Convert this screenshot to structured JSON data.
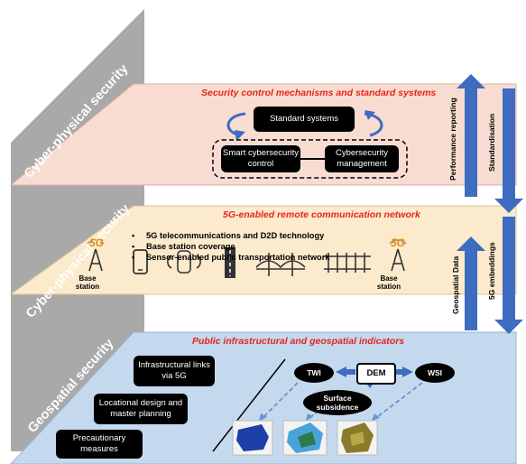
{
  "side_labels": [
    "Cyber-physical security",
    "Cyber-physical security",
    "Geospatial security"
  ],
  "planes": {
    "top": {
      "title": "Security control mechanisms and standard systems",
      "standard_box": "Standard systems",
      "left_box": "Smart cybersecurity control",
      "right_box": "Cybersecurity management"
    },
    "middle": {
      "title": "5G-enabled remote communication network",
      "bullets": [
        "5G telecommunications and D2D technology",
        "Base station coverage",
        "Sensor-enabled public transportation network"
      ],
      "tower_tag": "5G",
      "base_station_label": "Base station"
    },
    "bottom": {
      "title": "Public infrastructural and geospatial indicators",
      "boxes": [
        "Infrastructural links via 5G",
        "Locational design and master planning",
        "Precautionary measures"
      ],
      "dem": "DEM",
      "twi": "TWI",
      "wsi": "WSI",
      "surface": "Surface subsidence"
    }
  },
  "arrows": {
    "performance": "Performance reporting",
    "standardisation": "Standardisation",
    "geospatial": "Geospatial Data",
    "embeddings": "5G embeddings"
  },
  "colors": {
    "top_plane": "#f8dcd1",
    "middle_plane": "#fbeacb",
    "bottom_plane": "#c5d9ee",
    "wall": "#a9a9a9",
    "arrow": "#3d6cc1",
    "title_red": "#e8231f"
  }
}
